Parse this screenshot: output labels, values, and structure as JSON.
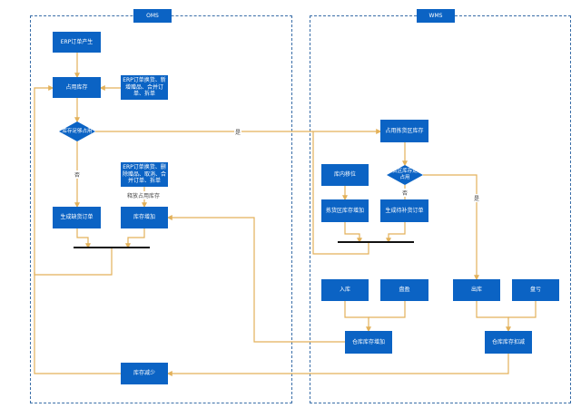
{
  "oms": {
    "title": "OMS",
    "erp_order": "ERP订单产生",
    "occupy": "占用库存",
    "erp_change1": "ERP订单换货、新增赠品、合并订单、拆单",
    "enough": "库存足够占用",
    "yes": "是",
    "no": "否",
    "shortage": "生成缺货订单",
    "erp_change2": "ERP订单换货、删除赠品、取消、合并订单、拆单",
    "release": "释放占用库存",
    "increase": "库存增加",
    "decrease": "库存减少"
  },
  "wms": {
    "title": "WMS",
    "occupy_pick": "占用拣货区库存",
    "pick_enough": "拣货区库存足够占用",
    "move": "库内移位",
    "pick_increase": "拣货区库存增加",
    "replenish": "生成待补货订单",
    "yes": "是",
    "no": "否",
    "inbound": "入库",
    "surplus": "盘盈",
    "outbound": "出库",
    "loss": "盘亏",
    "wh_increase": "仓库库存增加",
    "wh_decrease": "仓库库存扣减"
  },
  "colors": {
    "node": "#0b63c4",
    "line": "#e3b15a"
  }
}
